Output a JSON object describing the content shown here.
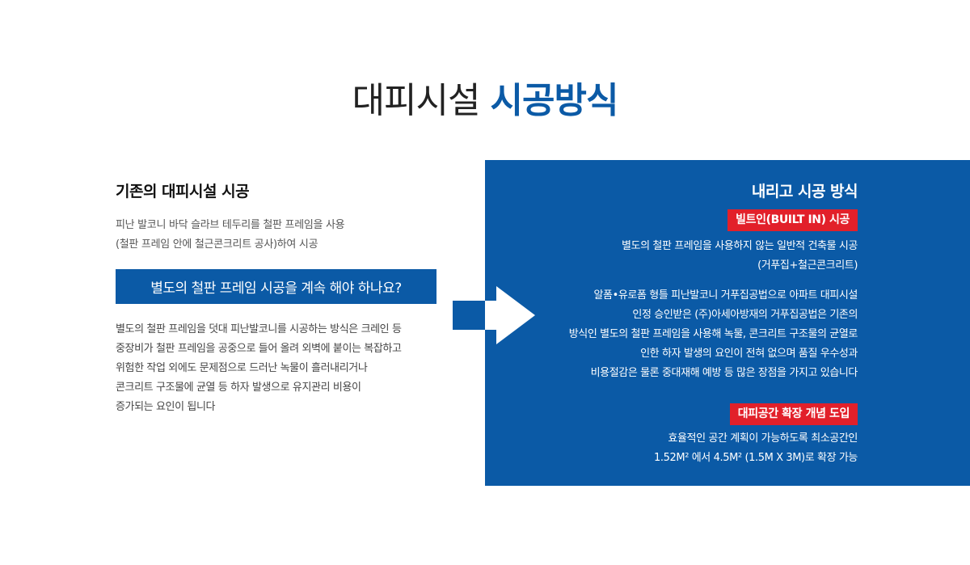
{
  "title": {
    "light": "대피시설",
    "bold": "시공방식"
  },
  "left": {
    "heading": "기존의 대피시설 시공",
    "desc_lines": [
      "피난 발코니 바닥 슬라브 테두리를 철판 프레임을 사용",
      "(철판 프레임 안에 철근콘크리트 공사)하여 시공"
    ],
    "question": "별도의 철판 프레임 시공을 계속 해야 하나요?",
    "body_lines": [
      "별도의 철판 프레임을 덧대 피난발코니를 시공하는 방식은 크레인 등",
      "중장비가 철판 프레임을 공중으로 들어 올려 외벽에 붙이는 복잡하고",
      "위험한 작업 외에도 문제점으로 드러난 녹물이 흘러내리거나",
      "콘크리트 구조물에 균열 등 하자 발생으로 유지관리 비용이",
      "증가되는 요인이 됩니다"
    ]
  },
  "right": {
    "heading": "내리고 시공 방식",
    "badge1": "빌트인(BUILT IN) 시공",
    "text1_lines": [
      "별도의 철판 프레임을 사용하지 않는 일반적 건축물 시공",
      "(거푸집+철근콘크리트)"
    ],
    "text2_lines": [
      "알폼•유로폼 형틀 피난발코니 거푸집공법으로 아파트 대피시설",
      "인정 승인받은 (주)아세아방재의 거푸집공법은 기존의",
      "방식인 별도의 철판 프레임을 사용해 녹물, 콘크리트 구조물의 균열로",
      "인한 하자 발생의 요인이 전혀 없으며 품질 우수성과",
      "비용절감은 물론 중대재해 예방 등 많은 장점을 가지고 있습니다"
    ],
    "badge2": "대피공간 확장 개념 도입",
    "text3_lines": [
      "효율적인 공간 계획이 가능하도록 최소공간인",
      "1.52M² 에서 4.5M² (1.5M X 3M)로 확장 가능"
    ]
  },
  "colors": {
    "primary_blue": "#0b5aa6",
    "badge_red": "#e2202a"
  },
  "icons": {
    "arrow": "arrow-right-icon"
  }
}
